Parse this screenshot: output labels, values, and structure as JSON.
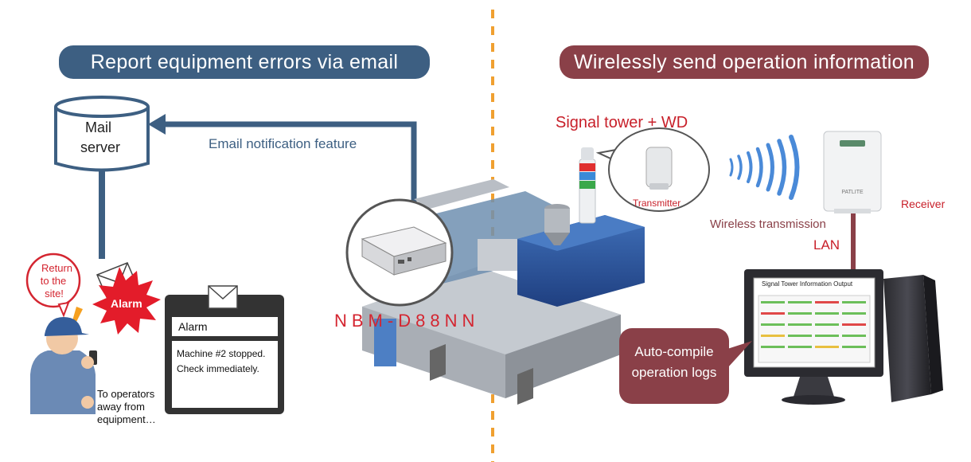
{
  "left_section": {
    "banner": "Report equipment errors via email",
    "mail_server_line1": "Mail",
    "mail_server_line2": "server",
    "email_feature": "Email notification feature",
    "speech_line1": "Return",
    "speech_line2": "to the",
    "speech_line3": "site!",
    "alarm_burst": "Alarm",
    "phone_title": "Alarm",
    "phone_line1": "Machine #2 stopped.",
    "phone_line2": "Check immediately.",
    "operators_line1": "To operators",
    "operators_line2": "away from",
    "operators_line3": "equipment…",
    "device_model": "NBM-D88NN"
  },
  "right_section": {
    "banner": "Wirelessly send operation information",
    "signal_tower": "Signal tower + WD",
    "transmitter": "Transmitter",
    "wireless": "Wireless transmission",
    "receiver": "Receiver",
    "receiver_brand": "PATLITE",
    "lan": "LAN",
    "screen_title": "Signal Tower Information Output",
    "auto_line1": "Auto-compile",
    "auto_line2": "operation logs"
  },
  "colors": {
    "left_banner": "#3d5f82",
    "right_banner": "#8a4048",
    "accent_red": "#c8202a",
    "divider": "#f0a030",
    "arrow": "#3d5f82"
  }
}
